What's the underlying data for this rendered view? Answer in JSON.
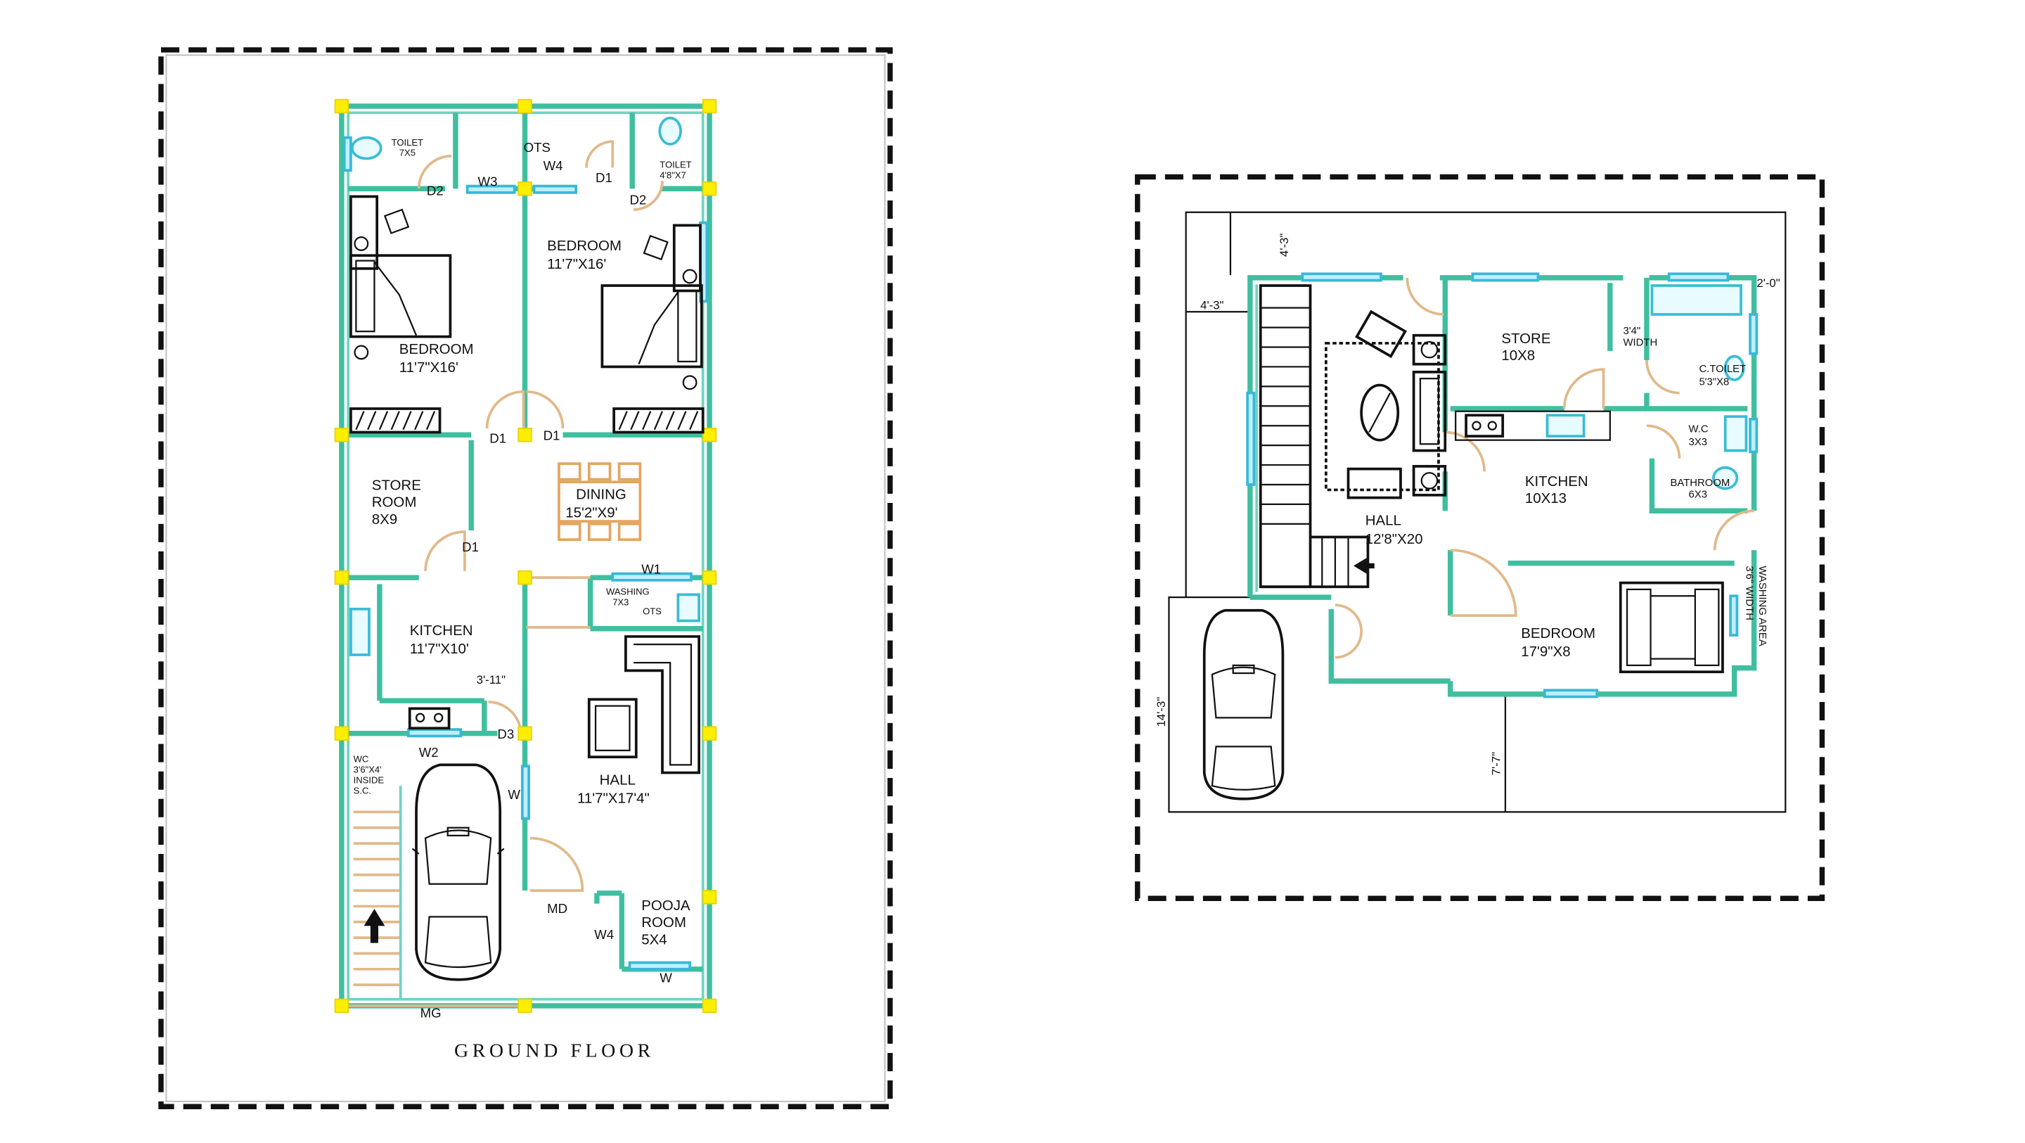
{
  "ground_floor": {
    "title": "GROUND FLOOR",
    "rooms": {
      "toilet_left": {
        "name": "TOILET",
        "size": "7X5"
      },
      "ots_top": {
        "name": "OTS"
      },
      "toilet_right": {
        "name": "TOILET",
        "size": "4'8\"X7"
      },
      "bedroom_left": {
        "name": "BEDROOM",
        "size": "11'7\"X16'"
      },
      "bedroom_right": {
        "name": "BEDROOM",
        "size": "11'7\"X16'"
      },
      "store_room": {
        "line1": "STORE",
        "line2": "ROOM",
        "size": "8X9"
      },
      "dining": {
        "name": "DINING",
        "size": "15'2\"X9'"
      },
      "washing": {
        "name": "WASHING",
        "size": "7X3",
        "ots": "OTS"
      },
      "kitchen": {
        "name": "KITCHEN",
        "size": "11'7\"X10'"
      },
      "wc": {
        "line1": "WC",
        "line2": "3'6\"X4'",
        "line3": "INSIDE",
        "line4": "S.C."
      },
      "hall": {
        "name": "HALL",
        "size": "11'7\"X17'4\""
      },
      "pooja": {
        "line1": "POOJA",
        "line2": "ROOM",
        "size": "5X4"
      }
    },
    "labels": {
      "d2_left": "D2",
      "w3": "W3",
      "w4_top": "W4",
      "d1_top": "D1",
      "d2_right": "D2",
      "d1_bed_left": "D1",
      "d1_bed_right": "D1",
      "d1_store": "D1",
      "w1": "W1",
      "dim_3_11": "3'-11\"",
      "d3": "D3",
      "w2": "W2",
      "w_stair": "W",
      "md": "MD",
      "w4_pooja": "W4",
      "w_bottom": "W",
      "mg": "MG"
    }
  },
  "first_plan": {
    "rooms": {
      "store": {
        "name": "STORE",
        "size": "10X8"
      },
      "width_note": {
        "line1": "3'4\"",
        "line2": "WIDTH"
      },
      "c_toilet": {
        "name": "C.TOILET",
        "size": "5'3\"X8"
      },
      "wc": {
        "name": "W.C",
        "size": "3X3"
      },
      "kitchen": {
        "name": "KITCHEN",
        "size": "10X13"
      },
      "bathroom": {
        "name": "BATHROOM",
        "size": "6X3"
      },
      "hall": {
        "name": "HALL",
        "size": "12'8\"X20"
      },
      "bedroom": {
        "name": "BEDROOM",
        "size": "17'9\"X8"
      },
      "washing_area": {
        "line1": "WASHING AREA",
        "line2": "3'6\" WIDTH"
      }
    },
    "dimensions": {
      "d_4_3_top": "4'-3\"",
      "d_4_3_left": "4'-3\"",
      "d_2_0": "2'-0\"",
      "d_14_3": "14'-3\"",
      "d_7_7": "7'-7\""
    }
  },
  "colors": {
    "wall": "#3fbf9f",
    "window": "#38b8d8",
    "door": "#e1b98a",
    "column": "#ffee00",
    "furniture": "#e3a660",
    "line": "#111111"
  }
}
